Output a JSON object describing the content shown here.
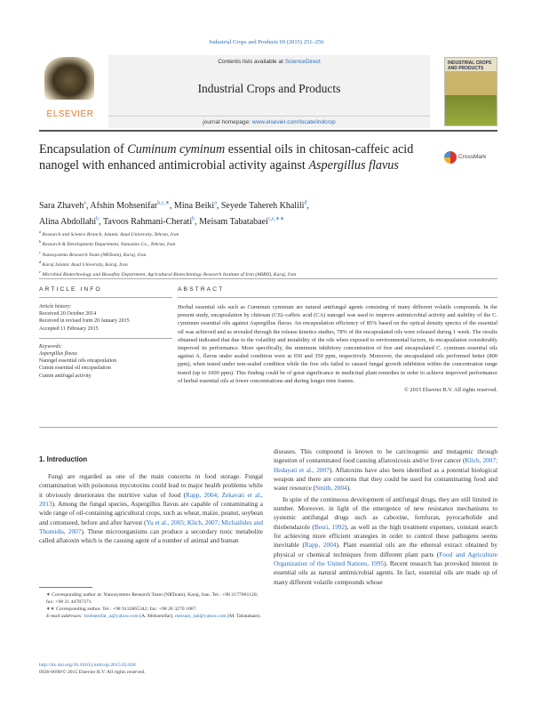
{
  "journal_ref": "Industrial Crops and Products 69 (2015) 251–256",
  "masthead": {
    "contents_prefix": "Contents lists available at ",
    "contents_link": "ScienceDirect",
    "journal_title": "Industrial Crops and Products",
    "homepage_prefix": "journal homepage: ",
    "homepage_url": "www.elsevier.com/locate/indcrop",
    "publisher": "ELSEVIER",
    "cover_title": "INDUSTRIAL CROPS AND PRODUCTS"
  },
  "article": {
    "title_part1": "Encapsulation of ",
    "title_species": "Cuminum cyminum",
    "title_part2": " essential oils in chitosan-caffeic acid nanogel with enhanced antimicrobial activity against ",
    "title_organism": "Aspergillus flavus",
    "crossmark": "CrossMark"
  },
  "authors": [
    {
      "name": "Sara Zhaveh",
      "sup": "a",
      "sep": ", "
    },
    {
      "name": "Afshin Mohsenifar",
      "sup": "b,c,∗",
      "sep": ", "
    },
    {
      "name": "Mina Beiki",
      "sup": "a",
      "sep": ", "
    },
    {
      "name": "Seyede Tahereh Khalili",
      "sup": "d",
      "sep": ", "
    },
    {
      "name": "Alina Abdollahi",
      "sup": "b",
      "sep": ", "
    },
    {
      "name": "Tavoos Rahmani-Cherati",
      "sup": "b",
      "sep": ", "
    },
    {
      "name": "Meisam Tabatabaei",
      "sup": "c,e,∗∗",
      "sep": ""
    }
  ],
  "affiliations": [
    {
      "sup": "a",
      "text": "Research and Science Branch, Islamic Azad University, Tehran, Iran"
    },
    {
      "sup": "b",
      "text": "Research & Development Department, Nanozino Co., Tehran, Iran"
    },
    {
      "sup": "c",
      "text": "Nanosystems Research Team (NRTeam), Karaj, Iran"
    },
    {
      "sup": "d",
      "text": "Karaj Islamic Azad University, Karaj, Iran"
    },
    {
      "sup": "e",
      "text": "Microbial Biotechnology and Biosafety Department, Agricultural Biotechnology Research Institute of Iran (ABRII), Karaj, Iran"
    }
  ],
  "article_info": {
    "heading": "ARTICLE INFO",
    "history_label": "Article history:",
    "received": "Received 20 October 2014",
    "revised": "Received in revised form 20 January 2015",
    "accepted": "Accepted 11 February 2015",
    "keywords_label": "Keywords:",
    "keywords": [
      "Aspergillus flavus",
      "Nanogel essential oils encapsulation",
      "Cumin essential oil encapsulation",
      "Cumin antifugal activity"
    ]
  },
  "abstract": {
    "heading": "ABSTRACT",
    "text": "Herbal essential oils such as Cuminum cyminum are natural antifungal agents consisting of many different volatile compounds. In the present study, encapsulation by chitosan (CS)–caffeic acid (CA) nanogel was used to improve antimicrobial activity and stability of the C. cyminum essential oils against Aspergillus flavus. An encapsulation efficiency of 85% based on the optical density spectra of the essential oil was achieved and as revealed through the release kinetics studies, 78% of the encapsulated oils were released during 1 week. The results obtained indicated that due to the volatility and instability of the oils when exposed to environmental factors, its encapsulation considerably improved its performance. More specifically, the minimum inhibitory concentration of free and encapsulated C. cyminum essential oils against A. flavus under sealed condition were at 650 and 350 ppm, respectively. Moreover, the encapsulated oils performed better (800 ppm), when tested under non-sealed condition while the free oils failed to caused fungal growth inhibition within the concentration range tested (up to 1000 ppm). This finding could be of great significance in medicinal plant remedies in order to achieve improved performance of herbal essential oils at lower concentrations and during longer time frames.",
    "copyright": "© 2015 Elsevier B.V. All rights reserved."
  },
  "intro": {
    "heading": "1.  Introduction",
    "p1_a": "Fungi are regarded as one of the main concerns in food storage. Fungal contamination with poisonous mycotoxins could lead to major health problems while it obviously deteriorates the nutritive value of food (",
    "p1_ref1": "Rapp, 2004; Zekavati et al., 2013",
    "p1_b": "). Among the fungal species, Aspergillus flavus are capable of contaminating a wide range of oil-containing agricultural crops, such as wheat, maize, peanut, soybean and cottonseed, before and after harvest (",
    "p1_ref2": "Yu et al., 2005; Klich, 2007; Michailides and Thomidis, 2007",
    "p1_c": "). These microorganisms can produce a secondary toxic metabolite called aflatoxin which is the causing agent of a number of animal and human",
    "p2_a": "diseases. This compound is known to be carcinogenic and mutagenic through ingestion of contaminated food causing aflatoxicosis and/or liver cancer (",
    "p2_ref1": "Klich, 2007; Hedayati et al., 2007",
    "p2_b": "). Aflatoxins have also been identified as a potential biological weapon and there are concerns that they could be used for contaminating food and water resource (",
    "p2_ref2": "Smith, 2004",
    "p2_c": ").",
    "p3_a": "In spite of the continuous development of antifungal drugs, they are still limited in number. Moreover, in light of the emergence of new resistance mechanisms to systemic antifungal drugs such as caboxine, fernfuran, pyrocarbolide and thiobendazole (",
    "p3_ref1": "Besri, 1992",
    "p3_b": "), as well as the high treatment expenses, constant search for achieving more efficient strategies in order to control these pathogens seems inevitable (",
    "p3_ref2": "Rapp, 2004",
    "p3_c": "). Plant essential oils are the ethereal extract obtained by physical or chemical techniques from different plant parts (",
    "p3_ref3": "Food and Agriculture Organization of the United Nations, 1995",
    "p3_d": "). Recent research has provoked interest in essential oils as natural antimicrobial agents. In fact, essential oils are made up of many different volatile compounds whose"
  },
  "footnotes": {
    "fn1": "∗ Corresponding author at: Nanosystems Research Team (NRTeam), Karaj, Iran. Tel.: +98 2177061120; fax: +98 21 44787371.",
    "fn2": "∗∗ Corresponding author. Tel.: +98 9132865342; fax: +98 26 3270 1067.",
    "email_label": "E-mail addresses: ",
    "email1": "mohsenifar_a@yahoo.com",
    "email1_name": " (A. Mohsenifar),",
    "email2": "meisam_tab@yahoo.com",
    "email2_name": " (M. Tabatabaei).",
    "doi": "http://dx.doi.org/10.1016/j.indcrop.2015.02.028",
    "issn": "0926-6690/© 2015 Elsevier B.V. All rights reserved."
  }
}
